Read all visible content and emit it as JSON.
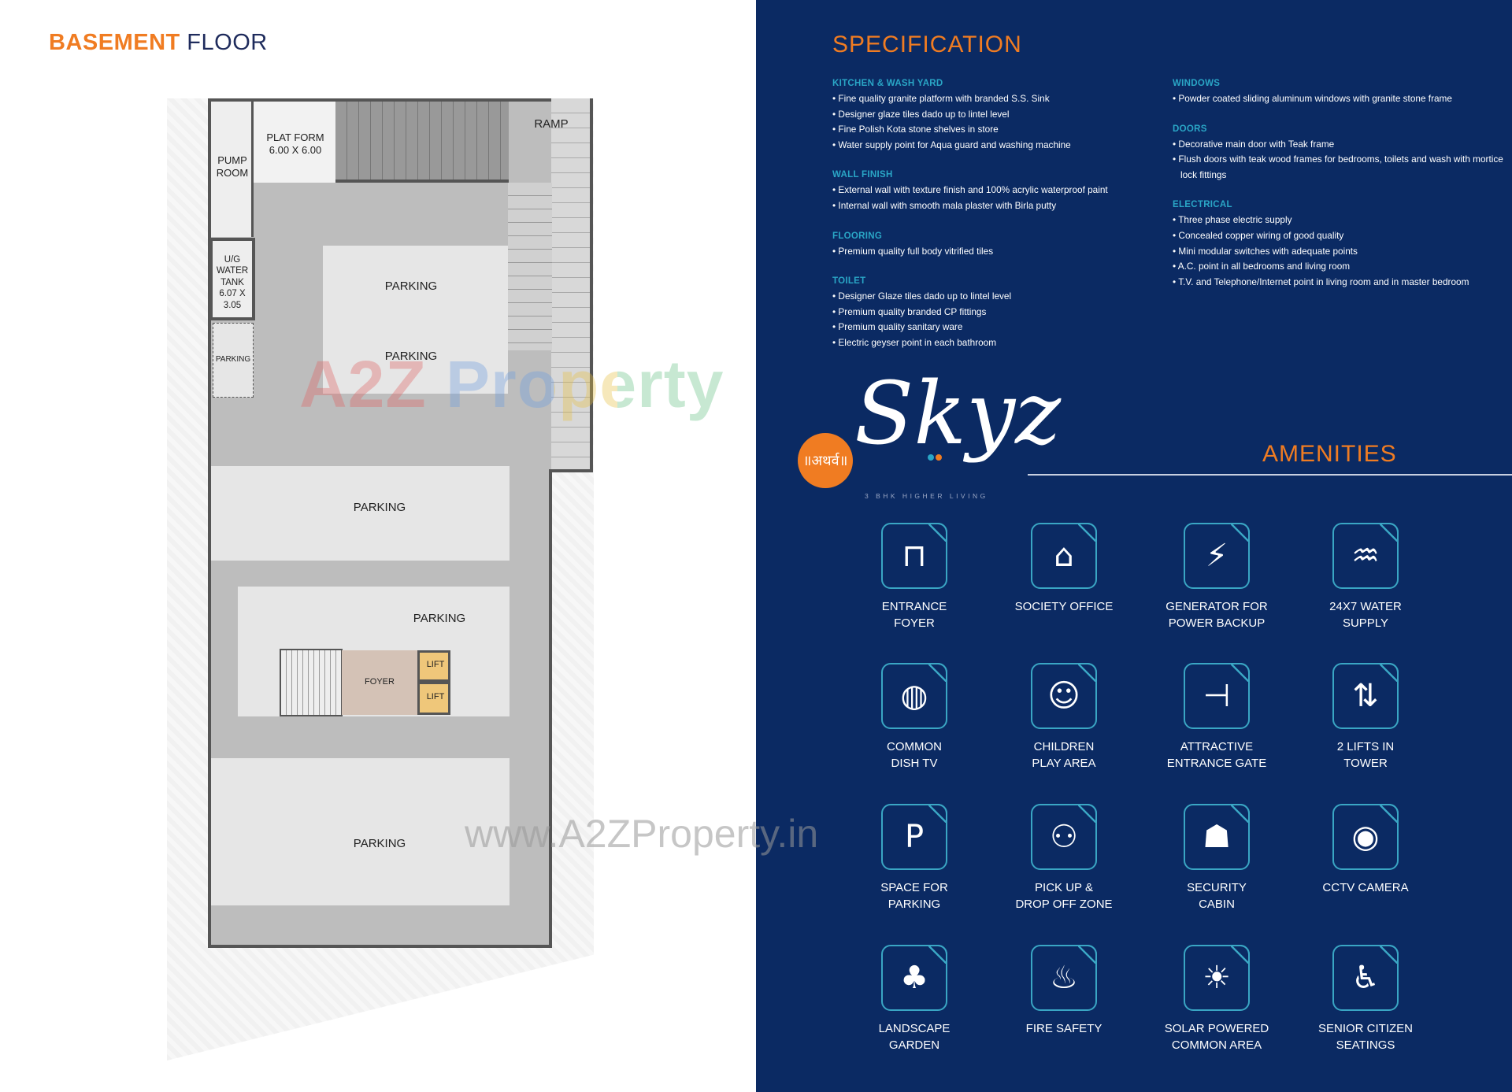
{
  "floor_plan": {
    "title_bold": "BASEMENT",
    "title_rest": "FLOOR",
    "labels": {
      "pump_room": "PUMP\nROOM",
      "platform": "PLAT FORM\n6.00 X 6.00",
      "ramp": "RAMP",
      "water_tank": "U/G\nWATER\nTANK\n6.07 X\n3.05",
      "parking": "PARKING",
      "foyer": "FOYER",
      "lift": "LIFT"
    },
    "watermark_logo": "A2Z Property",
    "watermark_url": "www.A2ZProperty.in"
  },
  "specification": {
    "title": "SPECIFICATION",
    "columns": [
      [
        {
          "heading": "KITCHEN  &  WASH YARD",
          "items": [
            "Fine quality granite platform with branded S.S. Sink",
            "Designer glaze  tiles  dado up to lintel level",
            "Fine Polish Kota stone shelves in store",
            "Water supply point for Aqua guard and washing machine"
          ]
        },
        {
          "heading": "WALL FINISH",
          "items": [
            "External wall with texture finish and 100% acrylic waterproof paint",
            "Internal wall with smooth mala plaster with Birla putty"
          ]
        },
        {
          "heading": "FLOORING",
          "items": [
            "Premium quality full body vitrified tiles"
          ]
        },
        {
          "heading": "TOILET",
          "items": [
            "Designer Glaze  tiles  dado up to  lintel level",
            "Premium quality  branded CP fittings",
            "Premium quality  sanitary ware",
            "Electric geyser point in each bathroom"
          ]
        }
      ],
      [
        {
          "heading": "WINDOWS",
          "items": [
            "Powder coated sliding aluminum windows with granite stone frame"
          ]
        },
        {
          "heading": "DOORS",
          "items": [
            "Decorative main door with Teak frame",
            "Flush doors with teak wood frames  for bedrooms, toilets and wash with mortice lock fittings"
          ]
        },
        {
          "heading": "ELECTRICAL",
          "items": [
            "Three phase electric supply",
            "Concealed copper wiring of good quality",
            "Mini  modular switches with adequate points",
            "A.C. point in all  bedrooms and living room",
            "T.V. and Telephone/Internet point in living room and in master bedroom"
          ]
        }
      ]
    ]
  },
  "brand": {
    "emblem_text": "॥अथर्व॥",
    "name": "Skyz",
    "tagline": "3 BHK HIGHER LIVING"
  },
  "amenities": {
    "title": "AMENITIES",
    "items": [
      {
        "label": "ENTRANCE\nFOYER",
        "icon": "gate-foyer-icon",
        "glyph": "⊓"
      },
      {
        "label": "SOCIETY OFFICE",
        "icon": "office-building-icon",
        "glyph": "⌂"
      },
      {
        "label": "GENERATOR FOR\nPOWER BACKUP",
        "icon": "generator-icon",
        "glyph": "⚡"
      },
      {
        "label": "24X7 WATER\nSUPPLY",
        "icon": "water-tap-icon",
        "glyph": "♒"
      },
      {
        "label": "COMMON\nDISH TV",
        "icon": "satellite-dish-icon",
        "glyph": "◍"
      },
      {
        "label": "CHILDREN\nPLAY AREA",
        "icon": "playground-icon",
        "glyph": "☺"
      },
      {
        "label": "ATTRACTIVE\nENTRANCE GATE",
        "icon": "barrier-gate-icon",
        "glyph": "⊣"
      },
      {
        "label": "2 LIFTS IN\nTOWER",
        "icon": "elevator-icon",
        "glyph": "⇅"
      },
      {
        "label": "SPACE FOR\nPARKING",
        "icon": "parking-car-icon",
        "glyph": "P"
      },
      {
        "label": "PICK UP &\nDROP OFF ZONE",
        "icon": "pickup-dropoff-icon",
        "glyph": "⚇"
      },
      {
        "label": "SECURITY\nCABIN",
        "icon": "security-guard-icon",
        "glyph": "☗"
      },
      {
        "label": "CCTV CAMERA",
        "icon": "cctv-camera-icon",
        "glyph": "◉"
      },
      {
        "label": "LANDSCAPE\nGARDEN",
        "icon": "landscape-garden-icon",
        "glyph": "♣"
      },
      {
        "label": "FIRE SAFETY",
        "icon": "fire-icon",
        "glyph": "♨"
      },
      {
        "label": "SOLAR POWERED\nCOMMON AREA",
        "icon": "solar-panel-icon",
        "glyph": "☀"
      },
      {
        "label": "SENIOR CITIZEN\nSEATINGS",
        "icon": "senior-seating-icon",
        "glyph": "♿"
      }
    ]
  },
  "colors": {
    "accent_orange": "#f07c22",
    "panel_navy": "#0b2a63",
    "heading_teal": "#2aa6c6"
  }
}
